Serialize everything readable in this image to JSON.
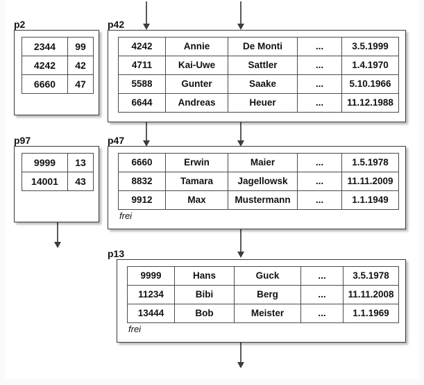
{
  "diagram": {
    "title": "B-tree / heap file page structure",
    "background_color": "#fafafa",
    "paper_color": "#ffffff",
    "arrow_color": "#555a5e",
    "border_color": "#3a3a3a"
  },
  "nodes": [
    {
      "id": "p2",
      "label": "p2",
      "kind": "directory",
      "rows": [
        [
          "2344",
          "99"
        ],
        [
          "4242",
          "42"
        ],
        [
          "6660",
          "47"
        ]
      ],
      "free_label": null
    },
    {
      "id": "p42",
      "label": "p42",
      "kind": "data",
      "rows": [
        [
          "4242",
          "Annie",
          "De Monti",
          "...",
          "3.5.1999"
        ],
        [
          "4711",
          "Kai-Uwe",
          "Sattler",
          "...",
          "1.4.1970"
        ],
        [
          "5588",
          "Gunter",
          "Saake",
          "...",
          "5.10.1966"
        ],
        [
          "6644",
          "Andreas",
          "Heuer",
          "...",
          "11.12.1988"
        ]
      ],
      "free_label": null
    },
    {
      "id": "p97",
      "label": "p97",
      "kind": "directory",
      "rows": [
        [
          "9999",
          "13"
        ],
        [
          "14001",
          "43"
        ]
      ],
      "free_label": null
    },
    {
      "id": "p47",
      "label": "p47",
      "kind": "data",
      "rows": [
        [
          "6660",
          "Erwin",
          "Maier",
          "...",
          "1.5.1978"
        ],
        [
          "8832",
          "Tamara",
          "Jagellowsk",
          "...",
          "11.11.2009"
        ],
        [
          "9912",
          "Max",
          "Mustermann",
          "...",
          "1.1.1949"
        ]
      ],
      "free_label": "frei"
    },
    {
      "id": "p13",
      "label": "p13",
      "kind": "data",
      "rows": [
        [
          "9999",
          "Hans",
          "Guck",
          "...",
          "3.5.1978"
        ],
        [
          "11234",
          "Bibi",
          "Berg",
          "...",
          "11.11.2008"
        ],
        [
          "13444",
          "Bob",
          "Meister",
          "...",
          "1.1.1969"
        ]
      ],
      "free_label": "frei"
    }
  ],
  "arrows": [
    {
      "name": "arrow-into-p2",
      "from": "top-edge",
      "to": "p2"
    },
    {
      "name": "arrow-into-p42",
      "from": "top-edge",
      "to": "p42"
    },
    {
      "name": "arrow-p2-to-p97",
      "from": "p2",
      "to": "p97"
    },
    {
      "name": "arrow-p42-to-p47",
      "from": "p42",
      "to": "p47"
    },
    {
      "name": "arrow-p97-out",
      "from": "p97",
      "to": "below"
    },
    {
      "name": "arrow-p47-to-p13",
      "from": "p47",
      "to": "p13"
    },
    {
      "name": "arrow-p13-out",
      "from": "p13",
      "to": "below"
    }
  ]
}
